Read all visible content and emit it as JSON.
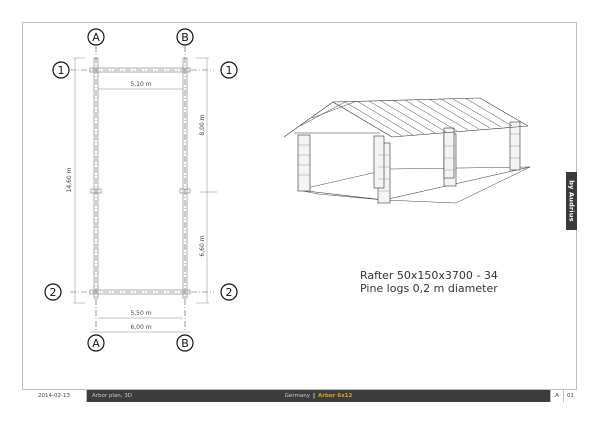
{
  "plan": {
    "axes_columns": [
      "A",
      "B"
    ],
    "axes_rows": [
      "1",
      "2"
    ],
    "dimensions": {
      "top_inner_width": "5,10 m",
      "bottom_inner_width": "5,50 m",
      "bottom_outer_width": "6,00 m",
      "total_length": "14,60 m",
      "upper_span": "8,00 m",
      "lower_span": "6,60 m"
    }
  },
  "notes": {
    "line1": "Rafter 50x150x3700 - 34",
    "line2": "Pine logs 0,2 m diameter"
  },
  "author_tab": "by Audrius",
  "title_block": {
    "date": "2014-02-13",
    "description": "Arbor plan, 3D",
    "country": "Germany",
    "separator": "|",
    "project": "Arbor 6x12",
    "revision": "A",
    "sheet": "01"
  }
}
